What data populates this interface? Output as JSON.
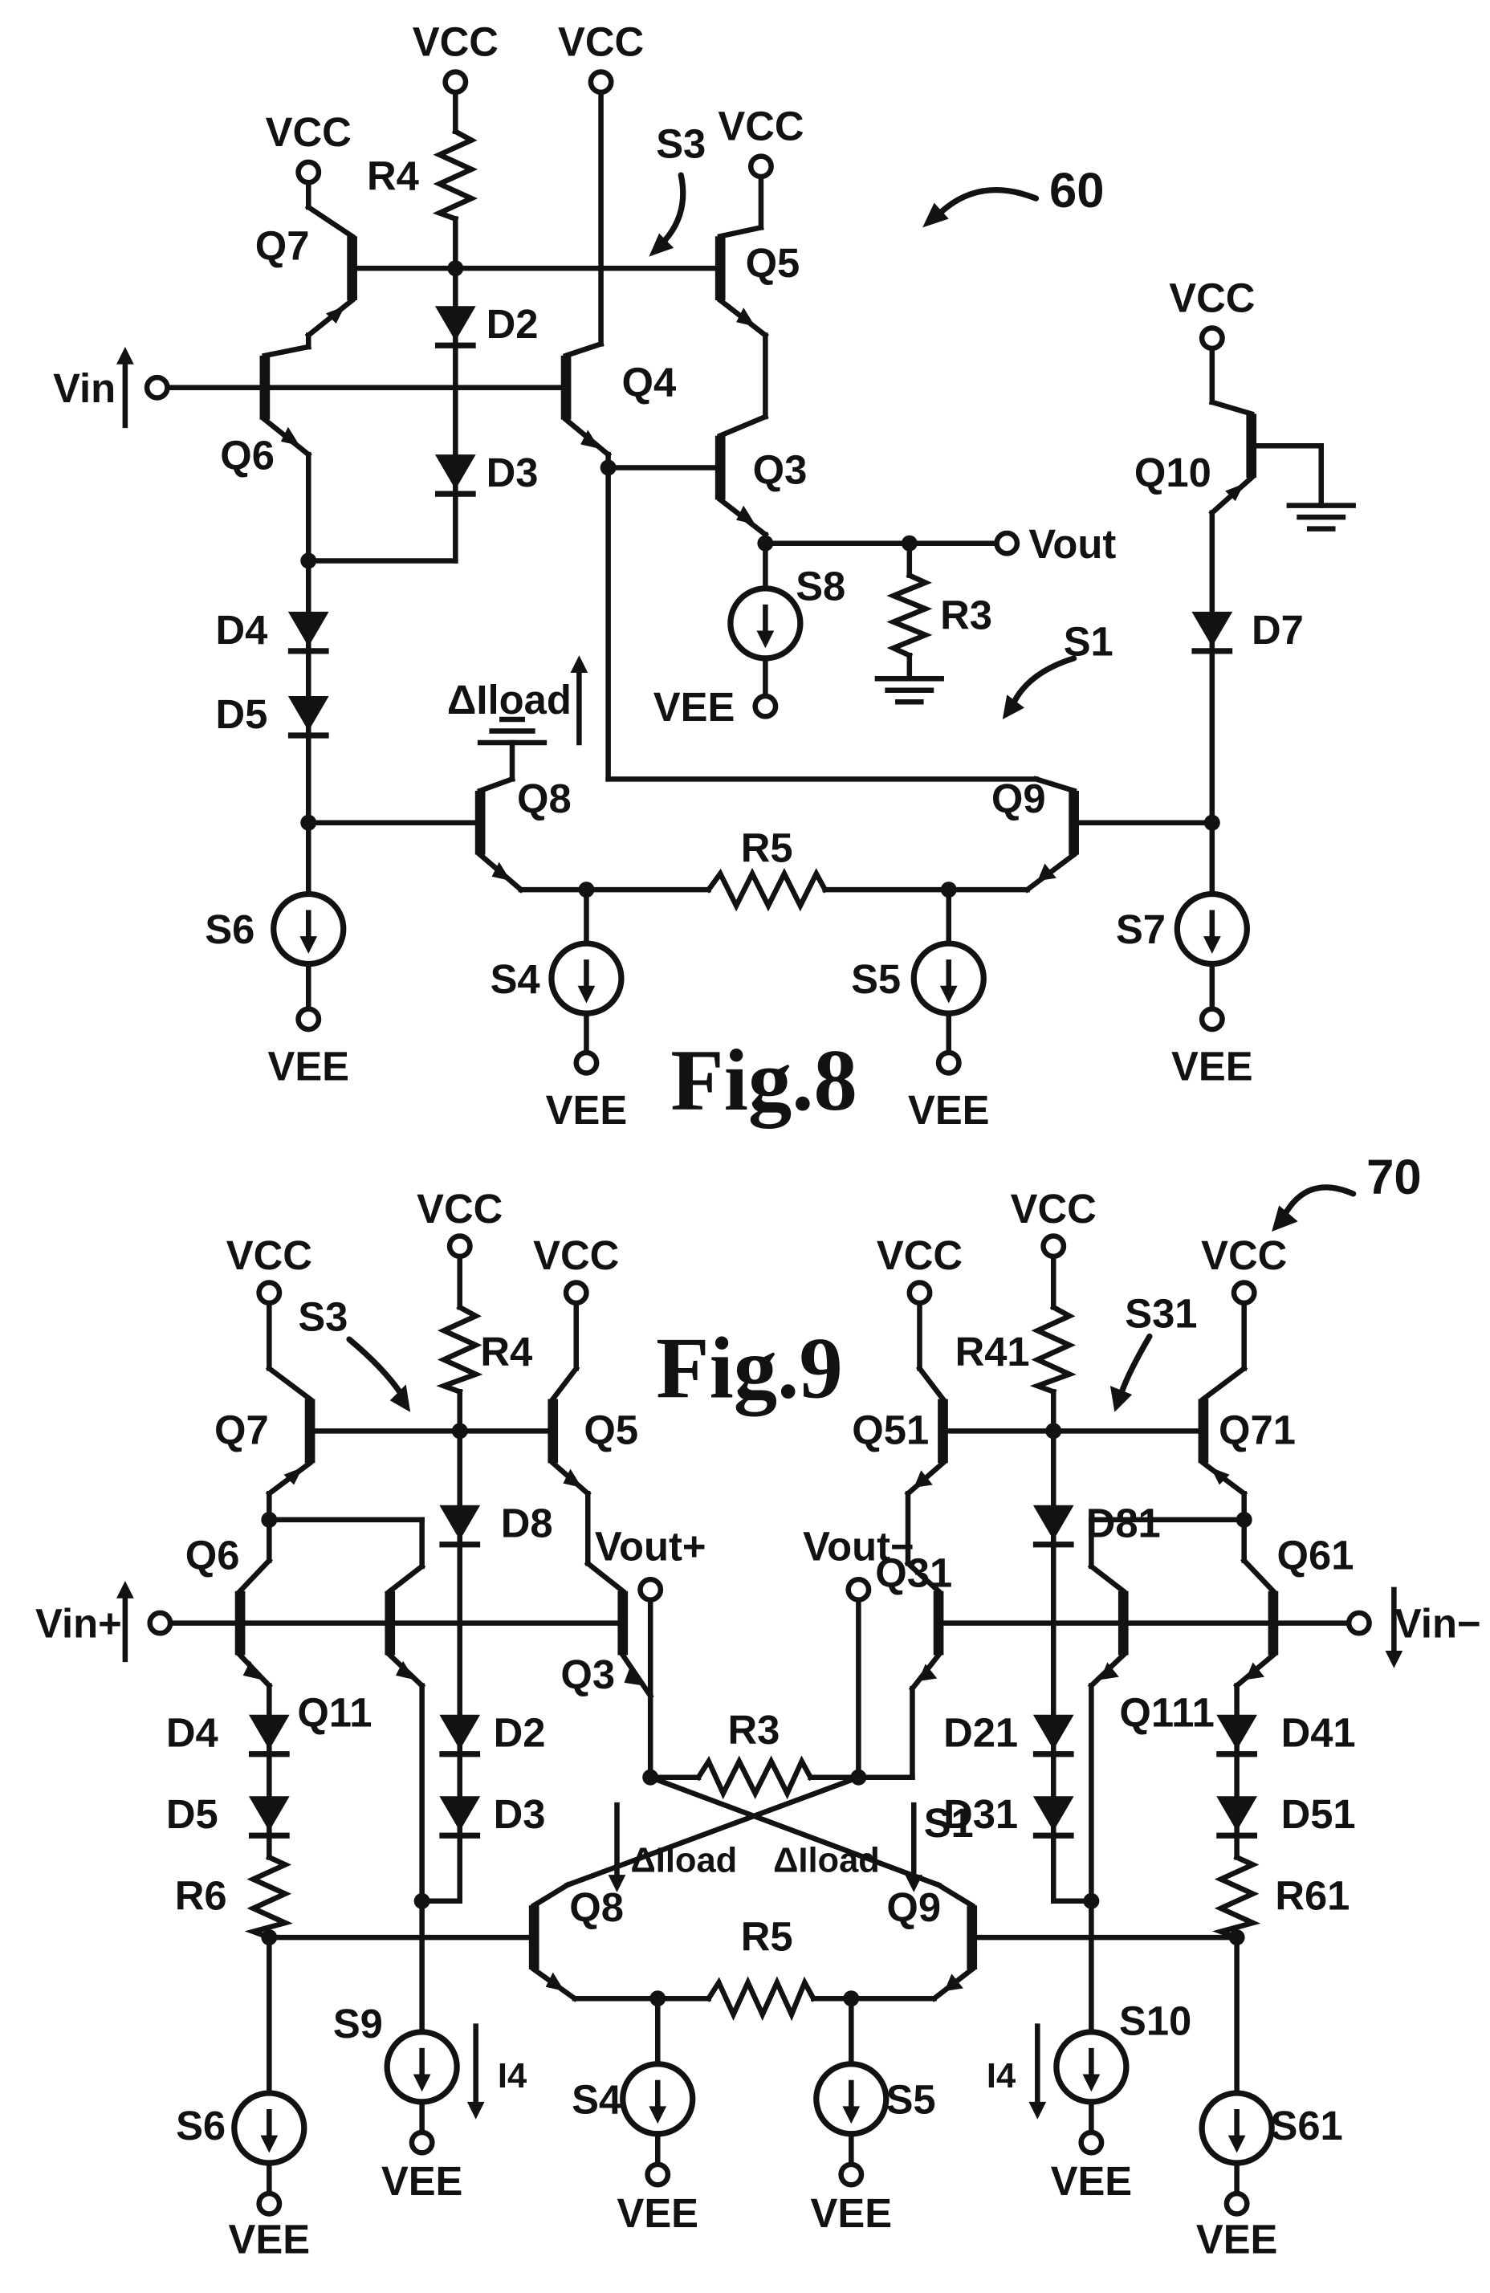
{
  "figure8": {
    "title": "Fig.8",
    "ref": "60"
  },
  "figure9": {
    "title": "Fig.9",
    "ref": "70"
  },
  "t": {
    "vcc": "VCC",
    "vee": "VEE",
    "vin": "Vin",
    "vout": "Vout",
    "vinp": "Vin+",
    "vinm": "Vin−",
    "voutp": "Vout+",
    "voutm": "Vout−",
    "q3": "Q3",
    "q4": "Q4",
    "q5": "Q5",
    "q6": "Q6",
    "q7": "Q7",
    "q8": "Q8",
    "q9": "Q9",
    "q10": "Q10",
    "q11": "Q11",
    "q31": "Q31",
    "q51": "Q51",
    "q61": "Q61",
    "q71": "Q71",
    "q111": "Q111",
    "d2": "D2",
    "d3": "D3",
    "d4": "D4",
    "d5": "D5",
    "d7": "D7",
    "d8": "D8",
    "d21": "D21",
    "d31": "D31",
    "d41": "D41",
    "d51": "D51",
    "d81": "D81",
    "r3": "R3",
    "r4": "R4",
    "r5": "R5",
    "r6": "R6",
    "r41": "R41",
    "r61": "R61",
    "s1": "S1",
    "s3": "S3",
    "s4": "S4",
    "s5": "S5",
    "s6": "S6",
    "s7": "S7",
    "s8": "S8",
    "s9": "S9",
    "s10": "S10",
    "s31": "S31",
    "s61": "S61",
    "i4": "I4",
    "diload": "ΔIload"
  },
  "colors": {
    "ink": "#121212",
    "paper": "#ffffff"
  }
}
